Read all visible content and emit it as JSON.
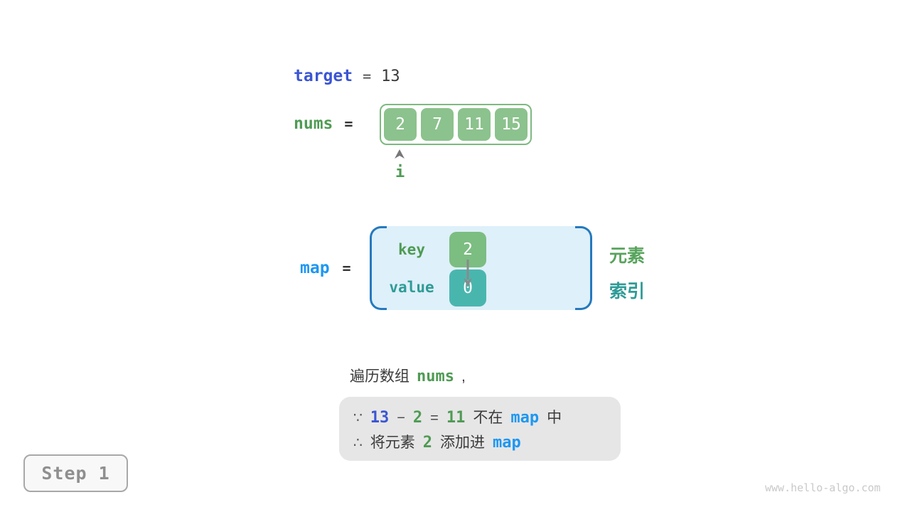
{
  "target": {
    "label": "target",
    "eq": "=",
    "value": "13"
  },
  "nums": {
    "label": "nums",
    "eq": "=",
    "values": [
      "2",
      "7",
      "11",
      "15"
    ],
    "pointer_label": "i"
  },
  "map": {
    "label": "map",
    "eq": "=",
    "key_label": "key",
    "value_label": "value",
    "entry": {
      "key": "2",
      "value": "0"
    }
  },
  "legend": {
    "element": "元素",
    "index": "索引"
  },
  "caption": {
    "prefix": "遍历数组",
    "code": "nums",
    "comma": ","
  },
  "reason": {
    "because_symbol": "∵",
    "therefore_symbol": "∴",
    "line1": {
      "n1": "13",
      "minus": "−",
      "n2": "2",
      "eq": "=",
      "n3": "11",
      "mid": "不在",
      "code": "map",
      "end": "中"
    },
    "line2": {
      "t1": "将元素",
      "n": "2",
      "t2": "添加进",
      "code": "map"
    }
  },
  "step_badge": "Step 1",
  "watermark": "www.hello-algo.com",
  "colors": {
    "target_blue": "#3b55d4",
    "code_green": "#4f9b54",
    "map_blue": "#1e97f2",
    "teal": "#2f9b96",
    "array_green": "#8cc28d",
    "key_box_green": "#7cbd82",
    "value_box_teal": "#49b6ae",
    "map_fill": "#def0fa",
    "map_stroke": "#2579be",
    "reason_box_gray": "#e6e6e6"
  }
}
